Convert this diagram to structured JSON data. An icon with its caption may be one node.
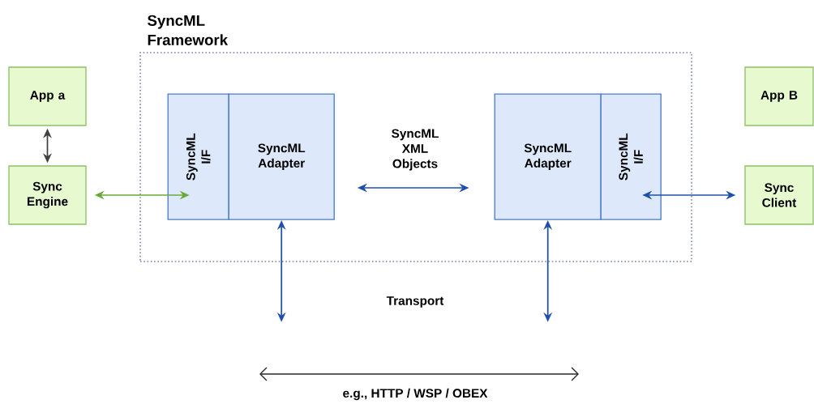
{
  "diagram": {
    "nodes": [
      {
        "text": [
          "SyncML Framework"
        ]
      },
      {
        "text": [
          "SyncML I/F"
        ],
        "in": 0
      },
      {
        "text": [
          "SyncML Adapter"
        ],
        "in": 0
      },
      {
        "text": [
          "SyncML Adapter"
        ],
        "in": 0
      },
      {
        "text": [
          "SyncML I/F"
        ],
        "in": 0
      },
      {
        "text": [
          "App a"
        ]
      },
      {
        "text": [
          "Sync Engine"
        ]
      },
      {
        "text": [
          "App B"
        ]
      },
      {
        "text": [
          "Sync Client"
        ]
      }
    ],
    "edges": [
      {
        "from": 5,
        "to": 6,
        "arrow": "both",
        "color": "#404040"
      },
      {
        "from": 6,
        "to": 1,
        "arrow": "both",
        "color": "#6aaa3a"
      },
      {
        "from": 2,
        "to": 3,
        "arrow": "both",
        "label": "SyncML XML Objects"
      },
      {
        "from": 4,
        "to": 8,
        "arrow": "both"
      },
      {
        "from": 2,
        "to": null,
        "arrow": "both"
      },
      {
        "from": 3,
        "to": null,
        "arrow": "both"
      }
    ],
    "labels": [
      "Transport",
      "e.g., HTTP / WSP / OBEX"
    ]
  }
}
